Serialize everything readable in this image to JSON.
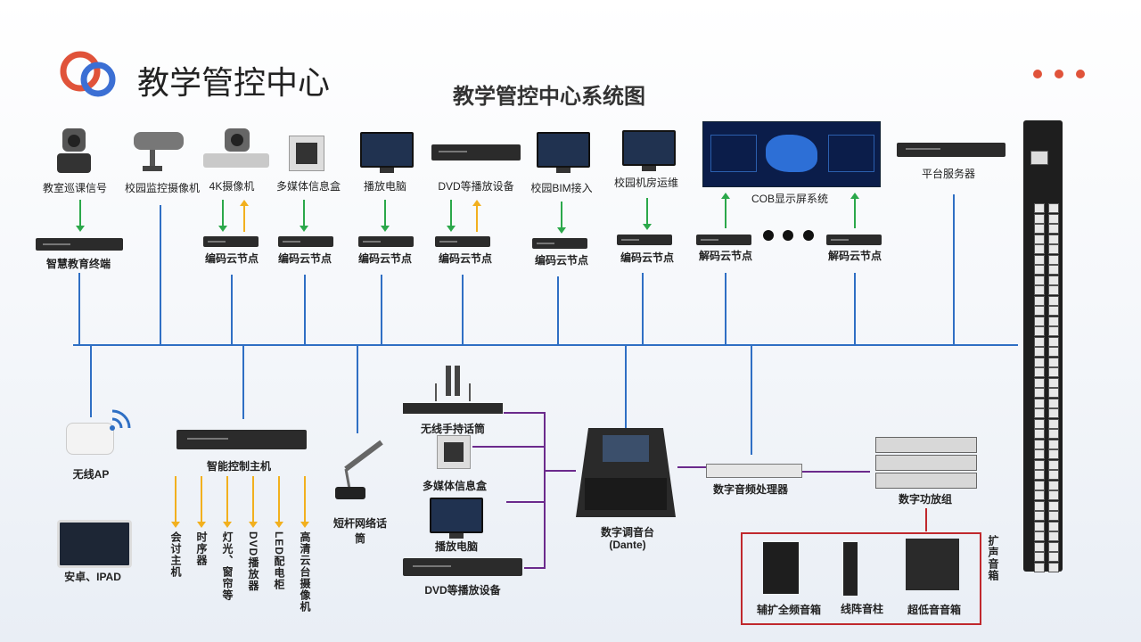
{
  "header": {
    "title": "教学管控中心",
    "diagram_title": "教学管控中心系统图"
  },
  "colors": {
    "bus": "#2f6fc4",
    "encode_arrow": "#2ba84a",
    "decode_arrow": "#f2b01e",
    "audio_link": "#6b2a8c",
    "speaker_border": "#c0282d",
    "logo_red": "#e0533a",
    "logo_blue": "#3b6fd4"
  },
  "top_devices": {
    "classroom_patrol": "教室巡课信号",
    "campus_camera": "校园监控摄像机",
    "camera_4k": "4K摄像机",
    "media_box": "多媒体信息盒",
    "player_pc": "播放电脑",
    "dvd": "DVD等播放设备",
    "bim": "校园BIM接入",
    "server_room": "校园机房运维",
    "cob": "COB显示屏系统",
    "platform_server": "平台服务器"
  },
  "nodes": {
    "terminal": "智慧教育终端",
    "encode": "编码云节点",
    "decode": "解码云节点"
  },
  "bottom": {
    "wireless_ap": "无线AP",
    "tablet": "安卓、IPAD",
    "controller": "智能控制主机",
    "controlled": [
      "会讨主机",
      "时序器",
      "灯光、窗帘等",
      "DVD播放器",
      "LED配电柜",
      "高清云台摄像机"
    ],
    "gooseneck": "短杆网络话筒",
    "wireless_mic": "无线手持话筒",
    "media_box": "多媒体信息盒",
    "player_pc": "播放电脑",
    "dvd": "DVD等播放设备",
    "mixer_line1": "数字调音台",
    "mixer_line2": "(Dante)",
    "dsp": "数字音频处理器",
    "amp": "数字功放组",
    "speaker_group": "扩声音箱",
    "speaker_full": "辅扩全频音箱",
    "speaker_line": "线阵音柱",
    "speaker_sub": "超低音音箱"
  }
}
